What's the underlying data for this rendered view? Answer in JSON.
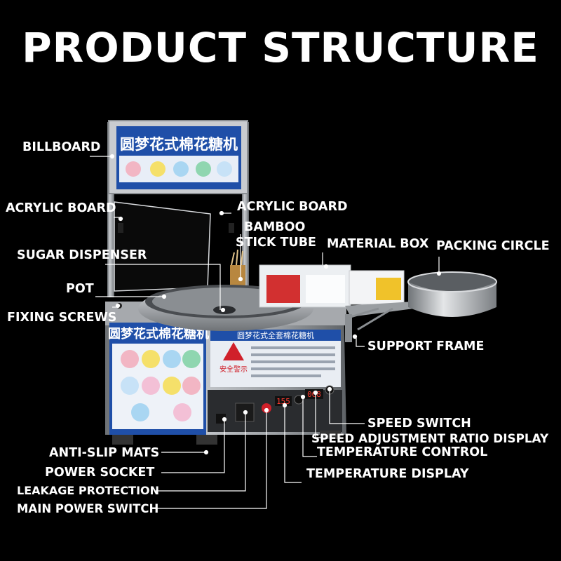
{
  "title": "PRODUCT STRUCTURE",
  "labels": {
    "billboard": "BILLBOARD",
    "acrylic_left": "ACRYLIC BOARD",
    "acrylic_right": "ACRYLIC BOARD",
    "bamboo_1": "BAMBOO",
    "bamboo_2": "STICK TUBE",
    "material_box": "MATERIAL BOX",
    "packing_circle": "PACKING CIRCLE",
    "sugar_dispenser": "SUGAR DISPENSER",
    "pot": "POT",
    "fixing_screws": "FIXING SCREWS",
    "support_frame": "SUPPORT FRAME",
    "speed_switch": "SPEED SWITCH",
    "speed_ratio_display": "SPEED ADJUSTMENT RATIO DISPLAY",
    "temperature_control": "TEMPERATURE CONTROL",
    "temperature_display": "TEMPERATURE DISPLAY",
    "anti_slip_mats": "ANTI-SLIP MATS",
    "power_socket": "POWER SOCKET",
    "leakage_protection": "LEAKAGE PROTECTION",
    "main_power_switch": "MAIN POWER SWITCH"
  },
  "machine": {
    "billboard_text": "圆梦花式棉花糖机",
    "cabinet_text": "圆梦花式棉花糖机",
    "panel_text": "圆梦花式全套棉花糖机",
    "warning_text": "安全警示",
    "temp_readout": "155",
    "speed_readout": "068"
  },
  "colors": {
    "background": "#000000",
    "text": "#ffffff",
    "panel_blue": "#1f4fa8",
    "steel": "#b9bcc0",
    "warning_red": "#d0202a"
  },
  "icons": [
    "warning-triangle-icon"
  ]
}
